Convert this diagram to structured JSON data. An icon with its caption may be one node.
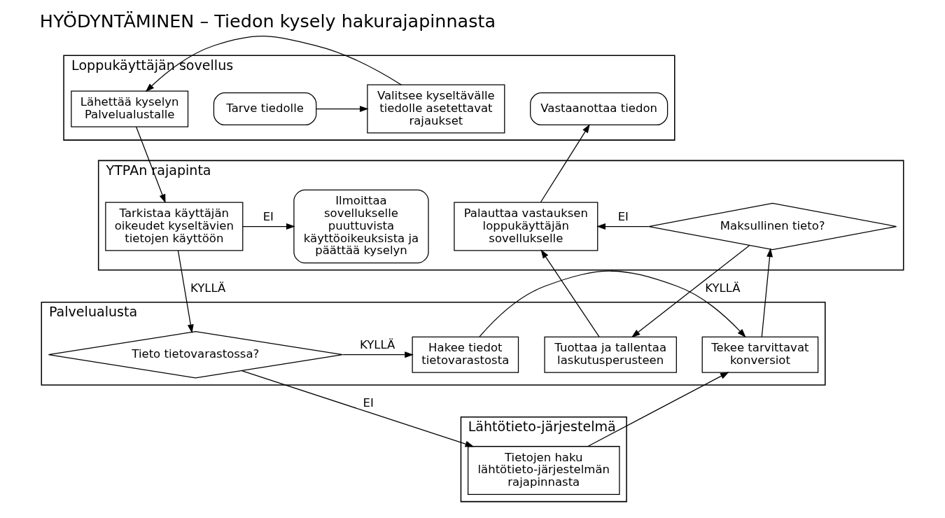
{
  "diagram": {
    "title": "HYÖDYNTÄMINEN – Tiedon kysely hakurajapinnasta",
    "nodes": [
      {
        "text": [
          "Loppukäyttäjän sovellus"
        ]
      },
      {
        "text": [
          "Tarve tiedolle"
        ],
        "in": 0
      },
      {
        "text": [
          "Valitsee kyseltävälle tiedolle asetettavat rajaukset"
        ],
        "in": 0
      },
      {
        "text": [
          "Lähettää kyselyn Palvelualustalle"
        ],
        "in": 0
      },
      {
        "text": [
          "Vastaanottaa tiedon"
        ],
        "in": 0
      },
      {
        "text": [
          "YTPAn rajapinta"
        ]
      },
      {
        "text": [
          "Ilmoittaa sovellukselle puuttuvista käyttöoikeuksista ja päättää kyselyn"
        ],
        "in": 5
      },
      {
        "text": [
          "Tarkistaa käyttäjän oikeudet kyseltävien tietojen käyttöön"
        ],
        "in": 5
      },
      {
        "text": [
          "Maksullinen tieto?"
        ],
        "in": 5
      },
      {
        "text": [
          "Palauttaa vastauksen loppukäyttäjän sovellukselle"
        ],
        "in": 5
      },
      {
        "text": [
          "Palvelualusta"
        ]
      },
      {
        "text": [
          "Tieto tietovarastossa?"
        ],
        "in": 10
      },
      {
        "text": [
          "Hakee tiedot tietovarastosta"
        ],
        "in": 10
      },
      {
        "text": [
          "Tekee tarvittavat konversiot"
        ],
        "in": 10
      },
      {
        "text": [
          "Tuottaa ja tallentaa laskutusperusteen"
        ],
        "in": 10
      },
      {
        "text": [
          "Lähtötieto-järjestelmä"
        ]
      },
      {
        "text": [
          "Tietojen haku lähtötieto-järjestelmän rajapinnasta"
        ],
        "in": 15
      }
    ],
    "edges": [
      {
        "from": 1,
        "to": 2,
        "arrow": "to"
      },
      {
        "from": 2,
        "to": 3,
        "arrow": "to"
      },
      {
        "from": 3,
        "to": 7,
        "arrow": "to"
      },
      {
        "from": 7,
        "to": 6,
        "arrow": "to",
        "label": "EI"
      },
      {
        "from": 7,
        "to": 11,
        "arrow": "to",
        "label": "KYLLÄ"
      },
      {
        "from": 11,
        "to": 12,
        "arrow": "to",
        "label": "KYLLÄ"
      },
      {
        "from": 11,
        "to": 16,
        "arrow": "to",
        "label": "EI"
      },
      {
        "from": 12,
        "to": 13,
        "arrow": "to"
      },
      {
        "from": 16,
        "to": 13,
        "arrow": "to"
      },
      {
        "from": 13,
        "to": 8,
        "arrow": "to"
      },
      {
        "from": 8,
        "to": 9,
        "arrow": "to",
        "label": "EI"
      },
      {
        "from": 8,
        "to": 14,
        "arrow": "to",
        "label": "KYLLÄ"
      },
      {
        "from": 14,
        "to": 9,
        "arrow": "to"
      },
      {
        "from": 9,
        "to": 4,
        "arrow": "to"
      }
    ]
  }
}
